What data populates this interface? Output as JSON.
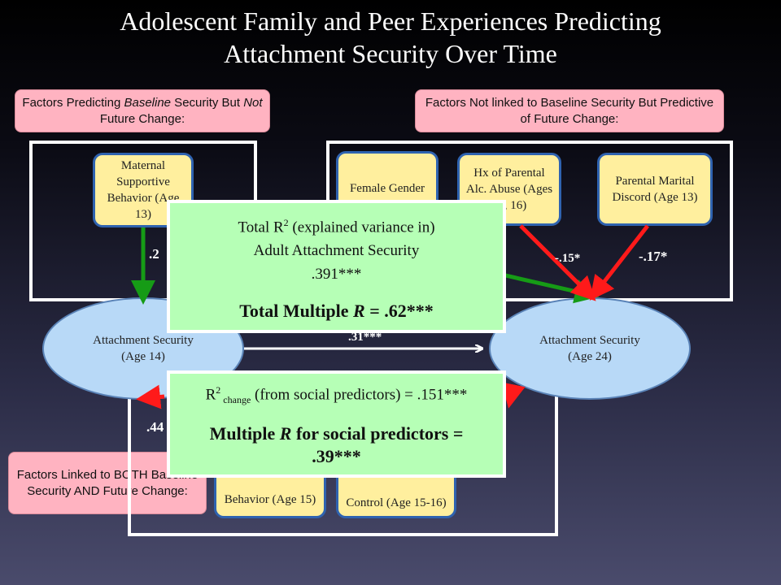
{
  "title": {
    "line1": "Adolescent Family and Peer Experiences Predicting",
    "line2": "Attachment Security Over Time"
  },
  "labels": {
    "baseline_only": {
      "pre": "Factors Predicting ",
      "em1": "Baseline",
      "mid": " Security But ",
      "em2": "Not",
      "post": " Future Change:"
    },
    "future_only": "Factors Not linked to Baseline Security But Predictive of Future Change:",
    "both": "Factors Linked to BOTH Baseline Security AND Future Change:"
  },
  "predictors": {
    "maternal": "Maternal Supportive Behavior (Age 13)",
    "female": "Female Gender",
    "alcohol": "Hx of Parental Alc. Abuse (Ages 13, 16)",
    "discord": "Parental Marital Discord (Age 13)",
    "behavior15": "Behavior (Age 15)",
    "control": "Control (Age 15-16)"
  },
  "outcomes": {
    "age14": {
      "title": "Attachment Security",
      "age": "(Age 14)"
    },
    "age24": {
      "title": "Attachment Security",
      "age": "(Age 24)"
    }
  },
  "coefficients": {
    "maternal": ".2",
    "alcohol": "-.15*",
    "discord": "-.17*",
    "stability": ".31***",
    "both_left": ".44"
  },
  "summary": {
    "total_r2_line1_pre": "Total R",
    "total_r2_sup": "2",
    "total_r2_line1_post": " (explained variance in)",
    "total_r2_line2": "Adult Attachment Security",
    "total_r2_value": ".391***",
    "total_multiple_r_pre": "Total Multiple ",
    "total_multiple_r_var": "R",
    "total_multiple_r_post": " = .62***"
  },
  "social": {
    "r2_pre": "R",
    "r2_sup": "2",
    "r2_sub": " change",
    "r2_post": " (from social  predictors) = .151***",
    "multiple_r_pre": "Multiple ",
    "multiple_r_var": "R",
    "multiple_r_post": " for social predictors =",
    "multiple_r_value": ".39***"
  },
  "colors": {
    "green_path": "#169b16",
    "red_path": "#ff1a1a",
    "white_path": "#ffffff"
  }
}
